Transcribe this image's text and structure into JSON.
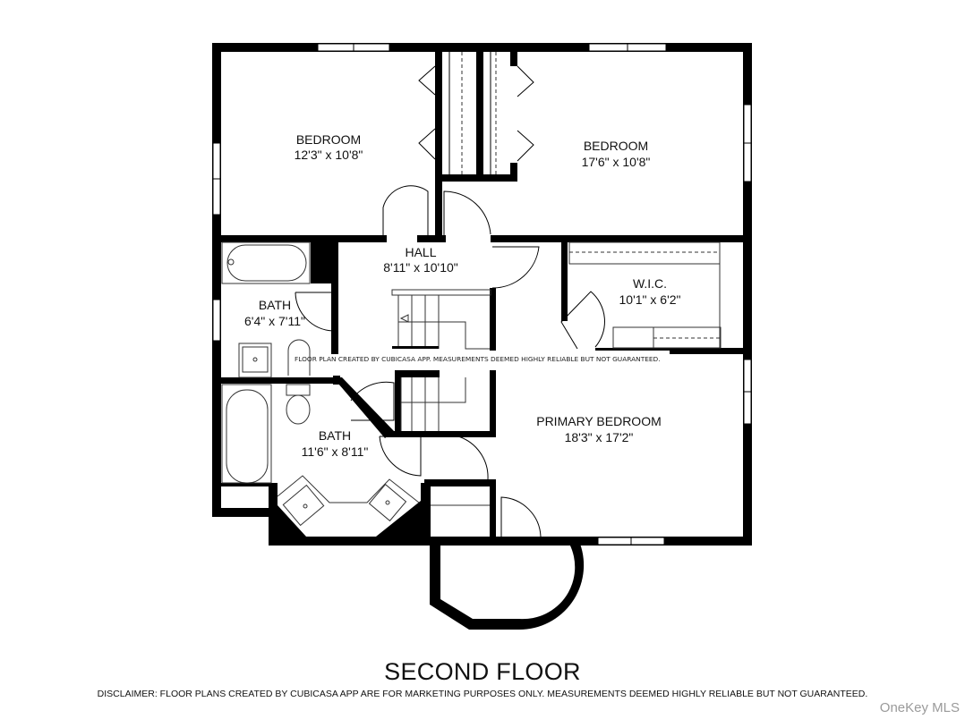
{
  "floor_plan": {
    "title": "SECOND FLOOR",
    "disclaimer": "DISCLAIMER: FLOOR PLANS CREATED BY CUBICASA APP ARE FOR MARKETING PURPOSES ONLY. MEASUREMENTS DEEMED HIGHLY RELIABLE BUT NOT GUARANTEED.",
    "inline_note": "FLOOR PLAN CREATED BY CUBICASA APP. MEASUREMENTS DEEMED HIGHLY RELIABLE BUT NOT GUARANTEED.",
    "watermark": "OneKey MLS",
    "rooms": [
      {
        "name": "BEDROOM",
        "dimensions": "12'3\" x 10'8\""
      },
      {
        "name": "BEDROOM",
        "dimensions": "17'6\" x 10'8\""
      },
      {
        "name": "HALL",
        "dimensions": "8'11\" x 10'10\""
      },
      {
        "name": "W.I.C.",
        "dimensions": "10'1\" x 6'2\""
      },
      {
        "name": "BATH",
        "dimensions": "6'4\" x 7'11\""
      },
      {
        "name": "BATH",
        "dimensions": "11'6\" x 8'11\""
      },
      {
        "name": "PRIMARY BEDROOM",
        "dimensions": "18'3\" x 17'2\""
      }
    ],
    "colors": {
      "wall": "#000000",
      "background": "#ffffff",
      "watermark": "#9a9a9a"
    }
  }
}
